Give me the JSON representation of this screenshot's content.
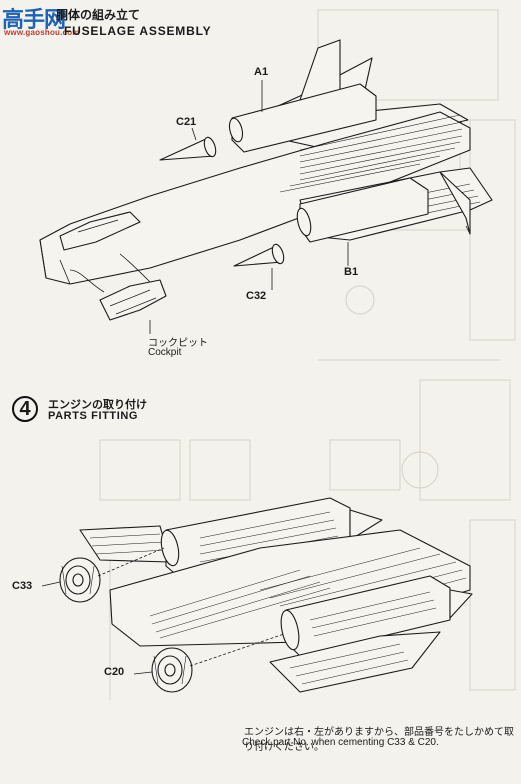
{
  "watermark": {
    "logo_text": "高手网",
    "url": "www.gaoshou.com"
  },
  "section3": {
    "title_jp": "胴体の組み立て",
    "title_en": "FUSELAGE ASSEMBLY",
    "labels": {
      "a1": "A1",
      "c21": "C21",
      "b1": "B1",
      "c32": "C32",
      "cockpit_jp": "コックピット",
      "cockpit_en": "Cockpit"
    }
  },
  "section4": {
    "step_number": "4",
    "title_jp": "エンジンの取り付け",
    "title_en": "PARTS FITTING",
    "labels": {
      "c33": "C33",
      "c20": "C20"
    },
    "note_jp": "エンジンは右・左がありますから、部品番号をたしかめて取り付けください。",
    "note_en": "Check part No. when cementing C33 & C20."
  },
  "colors": {
    "paper": "#f4f2ec",
    "ink": "#1a1a1a",
    "ghost": "#cfcac0",
    "watermark_blue": "#1c63b8",
    "watermark_red": "#d23a2a"
  }
}
